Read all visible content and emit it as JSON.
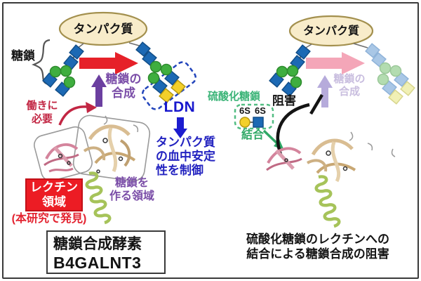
{
  "left_panel": {
    "protein_label": "タンパク質",
    "glycan_label": "糖鎖",
    "synthesis_arrow_label": "糖鎖の\n合成",
    "ldn_label": "LDN",
    "function_note": "働きに\n必要",
    "stability_note": "タンパク質\nの血中安定\n性を制御",
    "lectin_domain_label": "レクチン\n領域",
    "discovery_note": "(本研究で発見)",
    "catalytic_domain_label": "糖鎖を\n作る領域",
    "enzyme_caption_line1": "糖鎖合成酵素",
    "enzyme_caption_line2": "B4GALNT3"
  },
  "right_panel": {
    "protein_label": "タンパク質",
    "sulfated_glycan_label": "硫酸化糖鎖",
    "sulfate_tags": [
      "6S",
      "6S"
    ],
    "binding_label": "結合",
    "inhibition_label": "阻害",
    "synthesis_arrow_label": "糖鎖の\n合成",
    "caption": "硫酸化糖鎖のレクチンへの\n結合による糖鎖合成の阻害"
  },
  "colors": {
    "glcnac_blue": "#1c69b4",
    "mannose_green": "#3fae3f",
    "galnac_yellow": "#f3d02a",
    "synthesis_arrow_red": "#e62129",
    "synthesis_arrow_purple": "#6b3fa0",
    "faded_arrow_pink": "#f4a6b8",
    "faded_arrow_purple": "#b6abdb",
    "ldn_blue": "#1717cd",
    "lectin_box_red": "#ec1c24",
    "binding_green": "#2fa866",
    "protein_ellipse_fill": "#f8ecca",
    "protein_ellipse_border": "#a3904e"
  }
}
